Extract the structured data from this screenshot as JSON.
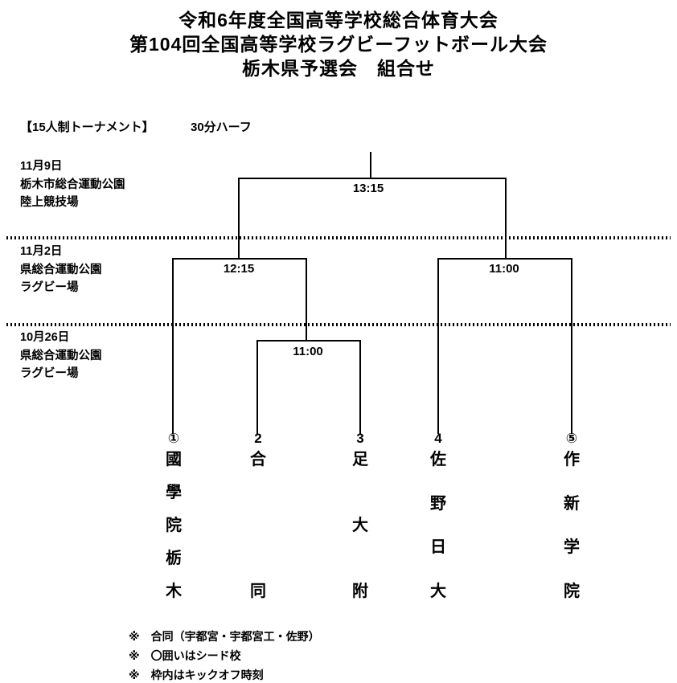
{
  "title": {
    "line1": "令和6年度全国高等学校総合体育大会",
    "line2": "第104回全国高等学校ラグビーフットボール大会",
    "line3": "栃木県予選会　組合せ"
  },
  "format": {
    "label": "【15人制トーナメント】",
    "duration": "30分ハーフ"
  },
  "rounds": [
    {
      "date": "11月9日",
      "venue_line1": "栃木市総合運動公園",
      "venue_line2": "陸上競技場"
    },
    {
      "date": "11月2日",
      "venue_line1": "県総合運動公園",
      "venue_line2": "ラグビー場"
    },
    {
      "date": "10月26日",
      "venue_line1": "県総合運動公園",
      "venue_line2": "ラグビー場"
    }
  ],
  "matches": {
    "final": {
      "time": "13:15"
    },
    "semifinal_left": {
      "time": "12:15"
    },
    "semifinal_right": {
      "time": "11:00"
    },
    "first_round": {
      "time": "11:00"
    }
  },
  "teams": [
    {
      "seed": "①",
      "name": "國學院栃木"
    },
    {
      "seed": "2",
      "name": "合同"
    },
    {
      "seed": "3",
      "name": "足大附"
    },
    {
      "seed": "4",
      "name": "佐野日大"
    },
    {
      "seed": "⑤",
      "name": "作新学院"
    }
  ],
  "notes": [
    "※　合同（宇都宮・宇都宮工・佐野）",
    "※　〇囲いはシード校",
    "※　枠内はキックオフ時刻"
  ]
}
